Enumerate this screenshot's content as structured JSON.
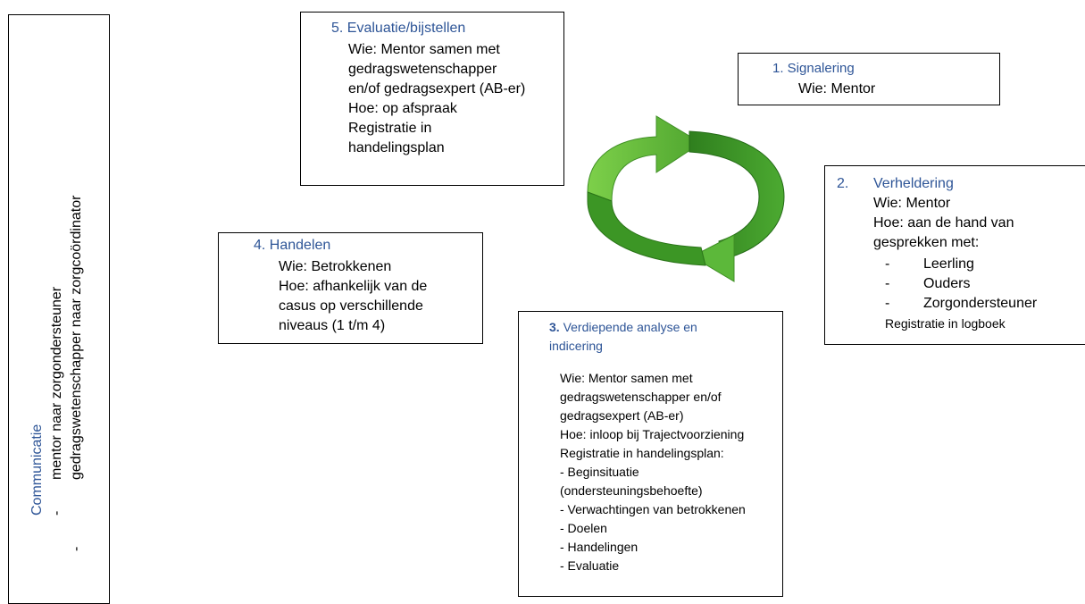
{
  "communicatie": {
    "title": "Communicatie",
    "bullet1": "-",
    "line1": "mentor naar zorgondersteuner",
    "bullet2": "-",
    "line2": "gedragswetenschapper naar zorgcoördinator"
  },
  "step5": {
    "title": "5. Evaluatie/bijstellen",
    "lines": [
      "Wie: Mentor samen met",
      "gedragswetenschapper",
      "en/of gedragsexpert (AB-er)",
      "Hoe: op afspraak",
      "Registratie in",
      "handelingsplan"
    ]
  },
  "step1": {
    "title": "1. Signalering",
    "lines": [
      "Wie: Mentor"
    ]
  },
  "step2": {
    "number": "2.",
    "title": "Verheldering",
    "lines": [
      "Wie: Mentor",
      "Hoe: aan de hand van",
      "gesprekken met:"
    ],
    "bullets": [
      {
        "dash": "-",
        "text": "Leerling"
      },
      {
        "dash": "-",
        "text": "Ouders"
      },
      {
        "dash": "-",
        "text": "Zorgondersteuner"
      }
    ],
    "footer": "Registratie in logboek"
  },
  "step4": {
    "title": "4. Handelen",
    "lines": [
      "Wie: Betrokkenen",
      "Hoe: afhankelijk van de",
      "casus op verschillende",
      "niveaus (1 t/m 4)"
    ]
  },
  "step3": {
    "number": "3.",
    "title_line1": " Verdiepende analyse en",
    "title_line2": "indicering",
    "lines": [
      "Wie: Mentor samen met",
      "gedragswetenschapper en/of",
      "gedragsexpert (AB-er)",
      "Hoe: inloop bij Trajectvoorziening",
      "Registratie in handelingsplan:",
      "- Beginsituatie",
      "(ondersteuningsbehoefte)",
      "- Verwachtingen van betrokkenen",
      "- Doelen",
      "- Handelingen",
      "- Evaluatie"
    ]
  },
  "colors": {
    "title_blue": "#2e5597",
    "arrow_green_light": "#6cbf3f",
    "arrow_green_dark": "#2f7f1e"
  },
  "icons": {
    "cycle": "cycle-arrows-icon"
  }
}
